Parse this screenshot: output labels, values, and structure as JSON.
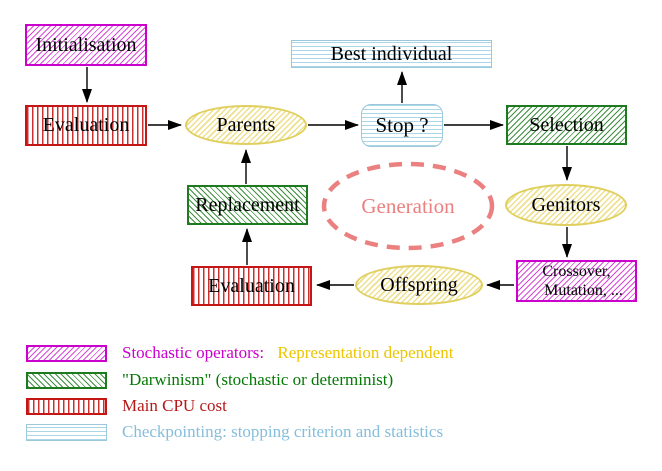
{
  "diagram_title": "Evolutionary algorithm generation loop",
  "colors": {
    "stochastic_magenta": "#CC00CC",
    "darwinism_green": "#1E7A1E",
    "cpu_red": "#C51616",
    "checkpoint_cyan": "#9CC8DC",
    "population_yellow": "#E0CF5E",
    "generation_salmon": "#EB8080",
    "gold_text": "#EDC500",
    "dark_green_text": "#067806",
    "dark_red_text": "#B51919",
    "light_blue_text": "#85BEDC",
    "label_black": "#000000"
  },
  "nodes": {
    "initialisation": "Initialisation",
    "evaluation_top": "Evaluation",
    "parents": "Parents",
    "best_individual": "Best individual",
    "stop": "Stop ?",
    "selection": "Selection",
    "replacement": "Replacement",
    "generation": "Generation",
    "genitors": "Genitors",
    "evaluation_bottom": "Evaluation",
    "offspring": "Offspring",
    "crossover_line1": "Crossover,",
    "crossover_line2": "Mutation, ..."
  },
  "legend": {
    "stochastic_label": "Stochastic operators:",
    "stochastic_value": "Representation dependent",
    "darwinism": "\"Darwinism\" (stochastic or determinist)",
    "cpu": "Main CPU cost",
    "checkpointing": "Checkpointing: stopping criterion and statistics"
  }
}
